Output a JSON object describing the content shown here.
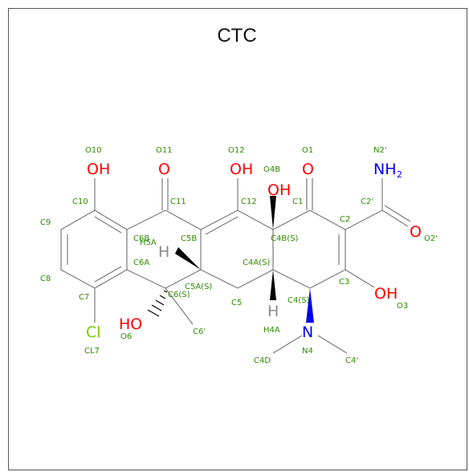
{
  "title": "CTC",
  "colors": {
    "bond": "#7a7a7a",
    "label": "#2e8b00",
    "oxygen": "#ff0000",
    "nitrogen": "#0000ee",
    "chlorine": "#7ccd00",
    "hydrogen": "#8a8a8a",
    "text": "#111111"
  },
  "atoms": {
    "o10": "OH",
    "o11": "O",
    "o12": "OH",
    "o4b": "OH",
    "o1": "O",
    "n2": "NH",
    "n2_sub": "2",
    "o2p": "O",
    "o3": "OH",
    "o6": "HO",
    "cl": "Cl",
    "n4": "N",
    "h5a": "H",
    "h4a": "H"
  },
  "labels": {
    "O10": "O10",
    "O11": "O11",
    "O12": "O12",
    "O1": "O1",
    "N2p": "N2'",
    "O4B": "O4B",
    "C10": "C10",
    "C11": "C11",
    "C12": "C12",
    "C1": "C1",
    "C2p": "C2'",
    "C2": "C2",
    "O2p": "O2'",
    "C9": "C9",
    "C6B": "C6B",
    "H5A": "H5A",
    "C5B": "C5B",
    "C4B": "C4B(S)",
    "C6A": "C6A",
    "C5A": "C5A(S)",
    "C4A": "C4A(S)",
    "C3": "C3",
    "C8": "C8",
    "C7": "C7",
    "C6": "C6(S)",
    "C5": "C5",
    "C4": "C4(S)",
    "O3": "O3",
    "O6": "O6",
    "C6p": "C6'",
    "H4A": "H4A",
    "CL7": "CL7",
    "N4": "N4",
    "C4D": "C4D",
    "C4p": "C4'"
  }
}
